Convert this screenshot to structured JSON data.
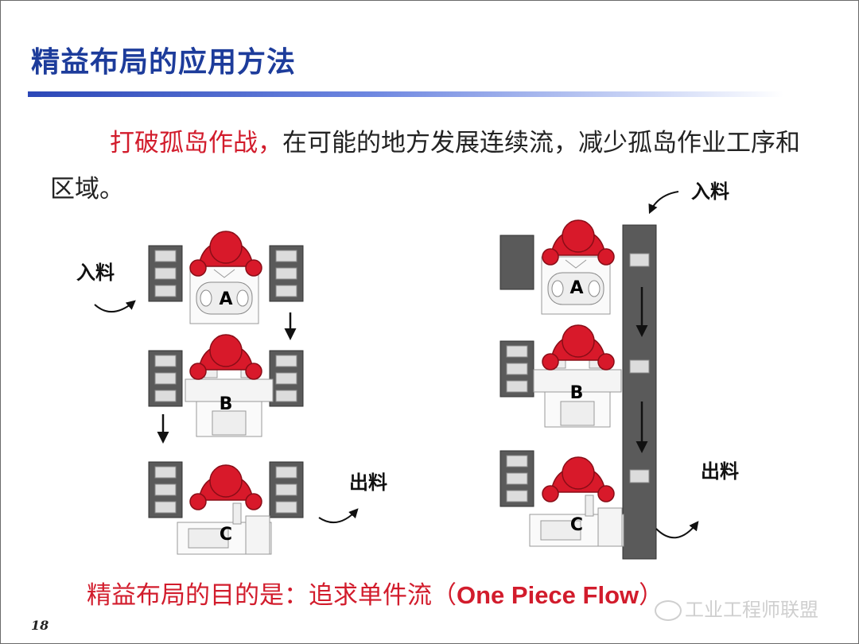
{
  "title": "精益布局的应用方法",
  "intro": {
    "highlight": "打破孤岛作战，",
    "rest": "在可能的地方发展连续流，减少孤岛作业工序和区域。"
  },
  "left_layout": {
    "input_label": "入料",
    "output_label": "出料",
    "stations": [
      "A",
      "B",
      "C"
    ]
  },
  "right_layout": {
    "input_label": "入料",
    "output_label": "出料",
    "stations": [
      "A",
      "B",
      "C"
    ]
  },
  "bottom": {
    "text": "精益布局的目的是：追求单件流（",
    "english": "One Piece Flow",
    "close": "）"
  },
  "page_number": "18",
  "watermark": "工业工程师联盟",
  "colors": {
    "title": "#1d3c9b",
    "accent_red": "#d21c2c",
    "rack": "#5a5a5a",
    "operator": "#d8192a"
  }
}
